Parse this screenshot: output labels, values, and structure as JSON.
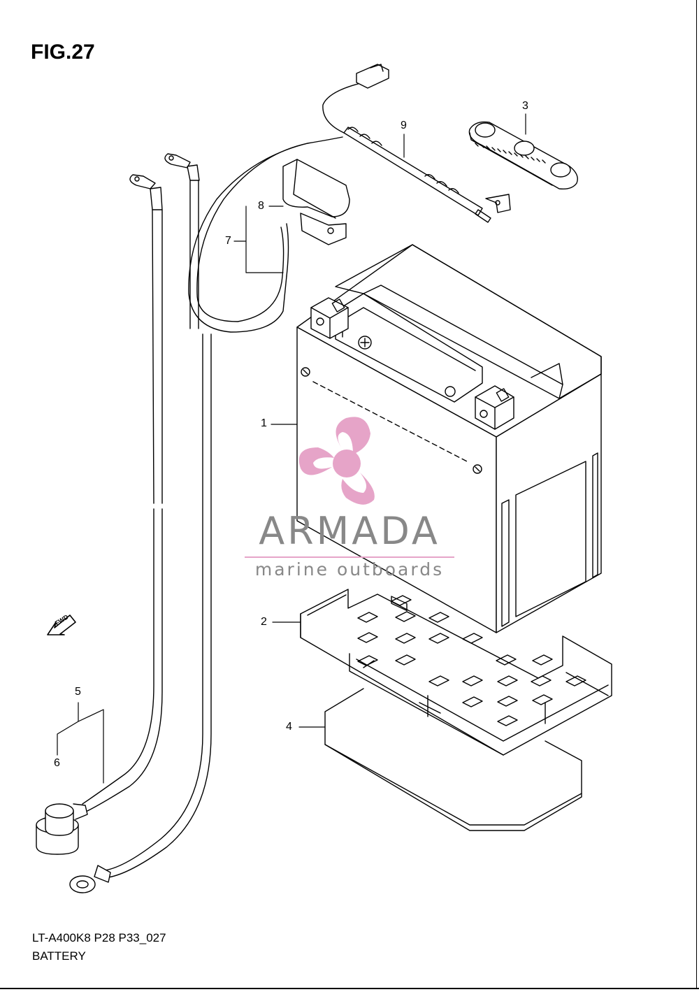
{
  "figure": {
    "title": "FIG.27"
  },
  "callouts": {
    "c1": "1",
    "c2": "2",
    "c3": "3",
    "c4": "4",
    "c5": "5",
    "c6": "6",
    "c7": "7",
    "c8": "8",
    "c9": "9"
  },
  "direction_label": "FWD",
  "watermark": {
    "brand": "ARMADA",
    "tagline": "marine outboards"
  },
  "footer": {
    "model_code": "LT-A400K8 P28 P33_027",
    "section": "BATTERY"
  },
  "colors": {
    "line": "#000000",
    "watermark_pink": "#e6a4c8",
    "watermark_grey": "#888888"
  }
}
